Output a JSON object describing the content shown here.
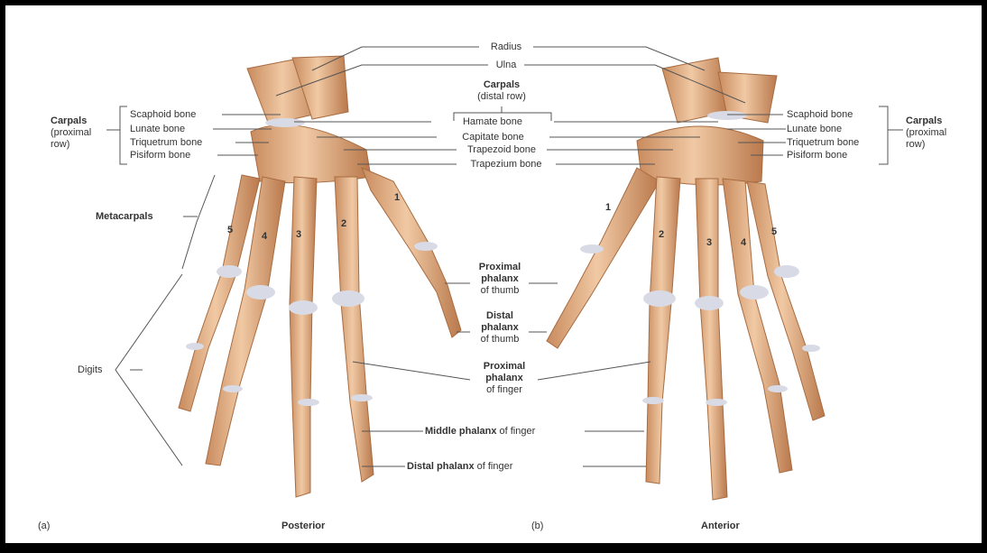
{
  "labels": {
    "radius": "Radius",
    "ulna": "Ulna",
    "carpals_distal_title": "Carpals",
    "carpals_distal_sub": "(distal row)",
    "hamate": "Hamate bone",
    "capitate": "Capitate bone",
    "trapezoid": "Trapezoid bone",
    "trapezium": "Trapezium bone",
    "scaphoid": "Scaphoid bone",
    "lunate": "Lunate bone",
    "triquetrum": "Triquetrum bone",
    "pisiform": "Pisiform bone",
    "carpals_prox_title": "Carpals",
    "carpals_prox_sub1": "(proximal",
    "carpals_prox_sub2": "row)",
    "metacarpals": "Metacarpals",
    "digits": "Digits",
    "prox_thumb_1": "Proximal",
    "prox_thumb_2": "phalanx",
    "prox_thumb_3": "of thumb",
    "dist_thumb_1": "Distal",
    "dist_thumb_2": "phalanx",
    "dist_thumb_3": "of thumb",
    "prox_finger_1": "Proximal",
    "prox_finger_2": "phalanx",
    "prox_finger_3": "of finger",
    "middle_bold": "Middle phalanx",
    "middle_rest": " of finger",
    "distal_bold": "Distal phalanx",
    "distal_rest": " of finger",
    "panel_a": "(a)",
    "panel_b": "(b)",
    "posterior": "Posterior",
    "anterior": "Anterior"
  },
  "digit_numbers_left": [
    "5",
    "4",
    "3",
    "2",
    "1"
  ],
  "digit_numbers_right": [
    "1",
    "2",
    "3",
    "4",
    "5"
  ],
  "colors": {
    "bone": "#e2b088",
    "bone_dark": "#b77a4f",
    "cartilage": "#d8dbe6",
    "leader": "#555555"
  }
}
